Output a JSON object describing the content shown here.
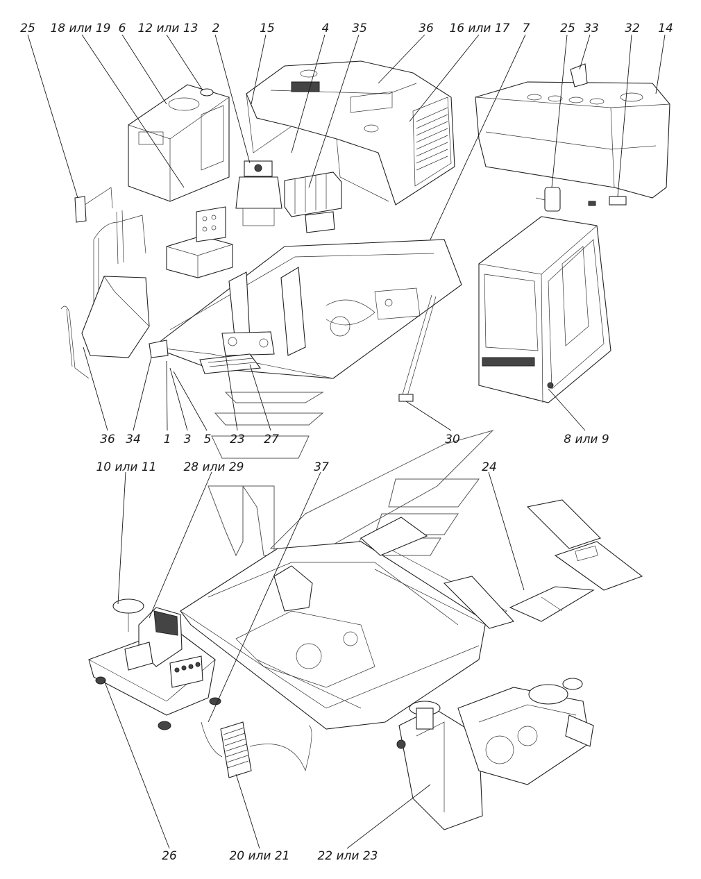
{
  "diagram": {
    "callouts": [
      {
        "id": "c25a",
        "text": "25"
      },
      {
        "id": "c18",
        "text": "18 или 19"
      },
      {
        "id": "c6",
        "text": "6"
      },
      {
        "id": "c12",
        "text": "12 или 13"
      },
      {
        "id": "c2",
        "text": "2"
      },
      {
        "id": "c15",
        "text": "15"
      },
      {
        "id": "c4",
        "text": "4"
      },
      {
        "id": "c35",
        "text": "35"
      },
      {
        "id": "c36a",
        "text": "36"
      },
      {
        "id": "c16",
        "text": "16 или 17"
      },
      {
        "id": "c7",
        "text": "7"
      },
      {
        "id": "c25b",
        "text": "25"
      },
      {
        "id": "c33",
        "text": "33"
      },
      {
        "id": "c32",
        "text": "32"
      },
      {
        "id": "c14",
        "text": "14"
      },
      {
        "id": "c36b",
        "text": "36"
      },
      {
        "id": "c34",
        "text": "34"
      },
      {
        "id": "c1",
        "text": "1"
      },
      {
        "id": "c3",
        "text": "3"
      },
      {
        "id": "c5",
        "text": "5"
      },
      {
        "id": "c23",
        "text": "23"
      },
      {
        "id": "c27",
        "text": "27"
      },
      {
        "id": "c30",
        "text": "30"
      },
      {
        "id": "c8",
        "text": "8 или 9"
      },
      {
        "id": "c10",
        "text": "10 или 11"
      },
      {
        "id": "c28",
        "text": "28 или 29"
      },
      {
        "id": "c37",
        "text": "37"
      },
      {
        "id": "c24",
        "text": "24"
      },
      {
        "id": "c26",
        "text": "26"
      },
      {
        "id": "c20",
        "text": "20 или 21"
      },
      {
        "id": "c22",
        "text": "22 или 23"
      }
    ]
  }
}
